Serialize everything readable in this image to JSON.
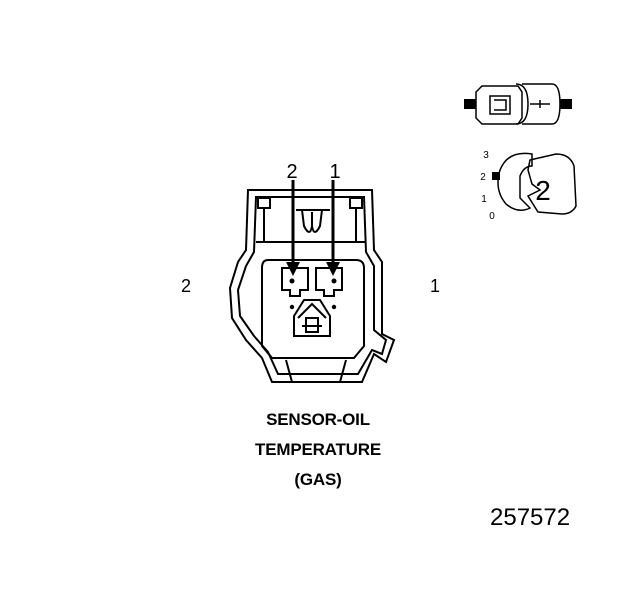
{
  "connector": {
    "pin_labels": {
      "top_left": "2",
      "top_right": "1",
      "side_left": "2",
      "side_right": "1"
    },
    "title_lines": [
      "SENSOR-OIL",
      "TEMPERATURE",
      "(GAS)"
    ]
  },
  "position_key": {
    "scale": [
      "3",
      "2",
      "1",
      "0"
    ],
    "position_number": "2"
  },
  "figure_number": "257572"
}
